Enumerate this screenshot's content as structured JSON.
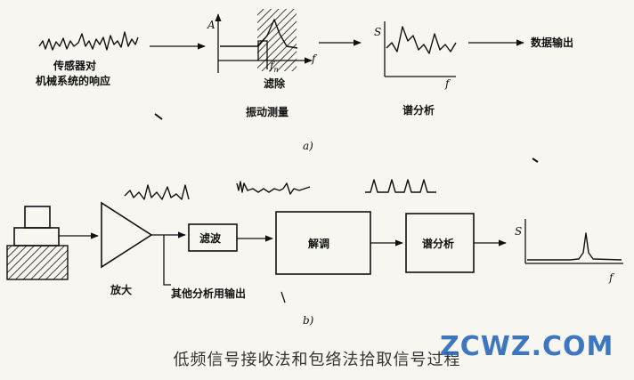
{
  "part_a": {
    "input_label_line1": "传感器对",
    "input_label_line2": "机械系统的响应",
    "filter_axis_y": "A",
    "filter_axis_x": "f",
    "filter_fn": "f",
    "filter_fn_sub": "n",
    "filter_name": "滤除",
    "vibration_label": "振动测量",
    "spectrum_axis_y": "S",
    "spectrum_axis_x": "f",
    "spectrum_label": "谱分析",
    "output_label": "数据输出",
    "tag": "a)"
  },
  "part_b": {
    "amp_label": "放大",
    "other_output_label": "其他分析用输出",
    "filter_box": "滤波",
    "demod_box": "解调",
    "spectrum_box": "谱分析",
    "result_axis_y": "S",
    "result_axis_x": "f",
    "tag": "b)"
  },
  "caption": "低频信号接收法和包络法拾取信号过程",
  "watermark": "ZCWZ.COM"
}
